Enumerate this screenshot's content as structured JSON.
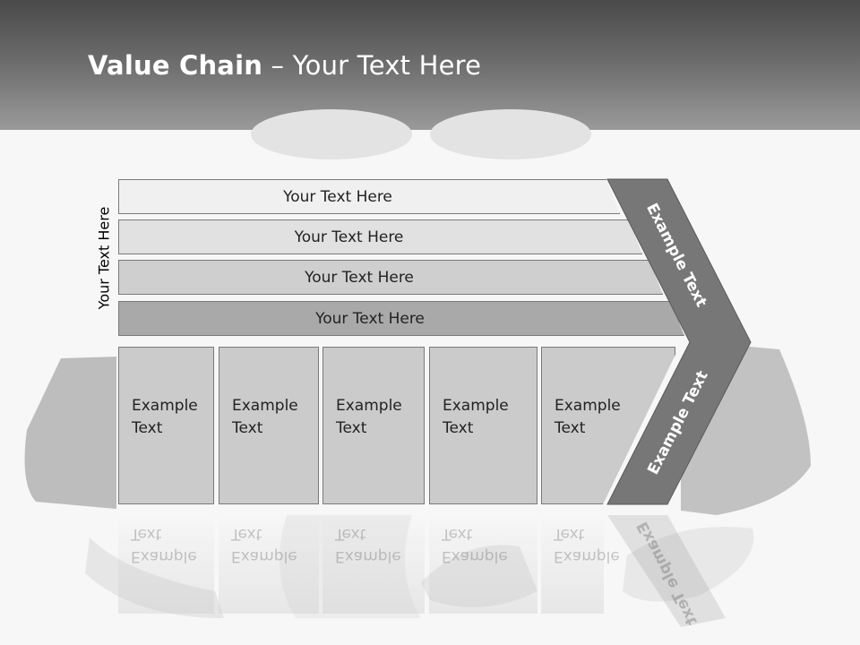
{
  "title": {
    "bold": "Value Chain",
    "rest": " – Your Text Here"
  },
  "side_label": "Your Text Here",
  "bars": [
    "Your Text Here",
    "Your Text Here",
    "Your Text Here",
    "Your Text Here"
  ],
  "cells": [
    {
      "line1": "Example",
      "line2": "Text"
    },
    {
      "line1": "Example",
      "line2": "Text"
    },
    {
      "line1": "Example",
      "line2": "Text"
    },
    {
      "line1": "Example",
      "line2": "Text"
    },
    {
      "line1": "Example",
      "line2": "Text"
    }
  ],
  "arrow_upper": "Example Text",
  "arrow_lower": "Example Text"
}
